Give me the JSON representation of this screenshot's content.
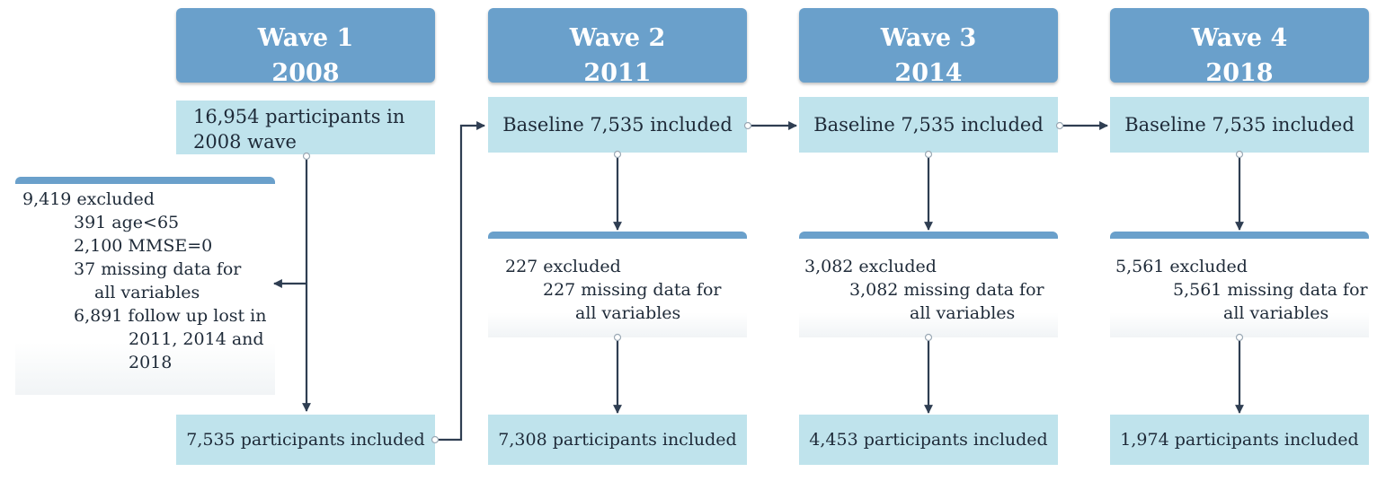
{
  "waves": [
    {
      "label": "Wave 1",
      "year": "2008"
    },
    {
      "label": "Wave 2",
      "year": "2011"
    },
    {
      "label": "Wave 3",
      "year": "2014"
    },
    {
      "label": "Wave 4",
      "year": "2018"
    }
  ],
  "wave1": {
    "start_line1": "16,954 participants in",
    "start_line2": "2008 wave",
    "excluded_title": "9,419 excluded",
    "reasons": [
      "391 age<65",
      "2,100 MMSE=0",
      "37 missing data for",
      "all variables",
      "6,891 follow up lost in",
      "2011, 2014 and",
      "2018"
    ],
    "included": "7,535 participants included"
  },
  "wave2": {
    "baseline": "Baseline 7,535 included",
    "excluded_title": "227 excluded",
    "reason_line1": "227 missing data for",
    "reason_line2": "all variables",
    "included": "7,308 participants included"
  },
  "wave3": {
    "baseline": "Baseline 7,535 included",
    "excluded_title": "3,082 excluded",
    "reason_line1": "3,082 missing data for",
    "reason_line2": "all variables",
    "included": "4,453 participants included"
  },
  "wave4": {
    "baseline": "Baseline 7,535 included",
    "excluded_title": "5,561 excluded",
    "reason_line1": "5,561 missing data for",
    "reason_line2": "all variables",
    "included": "1,974 participants included"
  },
  "colors": {
    "header": "#6aa0cb",
    "cell": "#bfe3ec",
    "arrow": "#2f3e52"
  }
}
